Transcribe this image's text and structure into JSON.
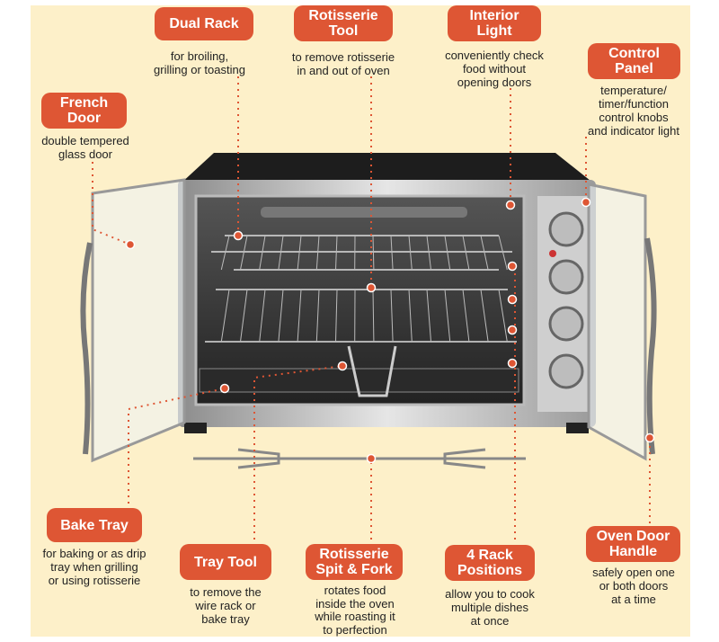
{
  "colors": {
    "accent": "#de5634",
    "background": "#fdf0c9"
  },
  "callouts": {
    "dual_rack": {
      "title": "Dual Rack",
      "desc": "for broiling,\ngrilling or toasting"
    },
    "rotisserie_tool": {
      "title": "Rotisserie\nTool",
      "desc": "to remove rotisserie\nin and out of oven"
    },
    "interior_light": {
      "title": "Interior\nLight",
      "desc": "conveniently check\nfood without\nopening doors"
    },
    "control_panel": {
      "title": "Control\nPanel",
      "desc": "temperature/\ntimer/function\ncontrol knobs\nand indicator light"
    },
    "french_door": {
      "title": "French\nDoor",
      "desc": "double tempered\nglass door"
    },
    "bake_tray": {
      "title": "Bake Tray",
      "desc": "for baking or as drip\ntray when grilling\nor using rotisserie"
    },
    "tray_tool": {
      "title": "Tray Tool",
      "desc": "to remove the\nwire rack or\nbake tray"
    },
    "rotisserie_spit": {
      "title": "Rotisserie\nSpit & Fork",
      "desc": "rotates food\ninside the oven\nwhile roasting it\nto perfection"
    },
    "rack_positions": {
      "title": "4 Rack\nPositions",
      "desc": "allow you to cook\nmultiple dishes\nat once"
    },
    "door_handle": {
      "title": "Oven Door\nHandle",
      "desc": "safely open one\nor both doors\nat a time"
    }
  }
}
